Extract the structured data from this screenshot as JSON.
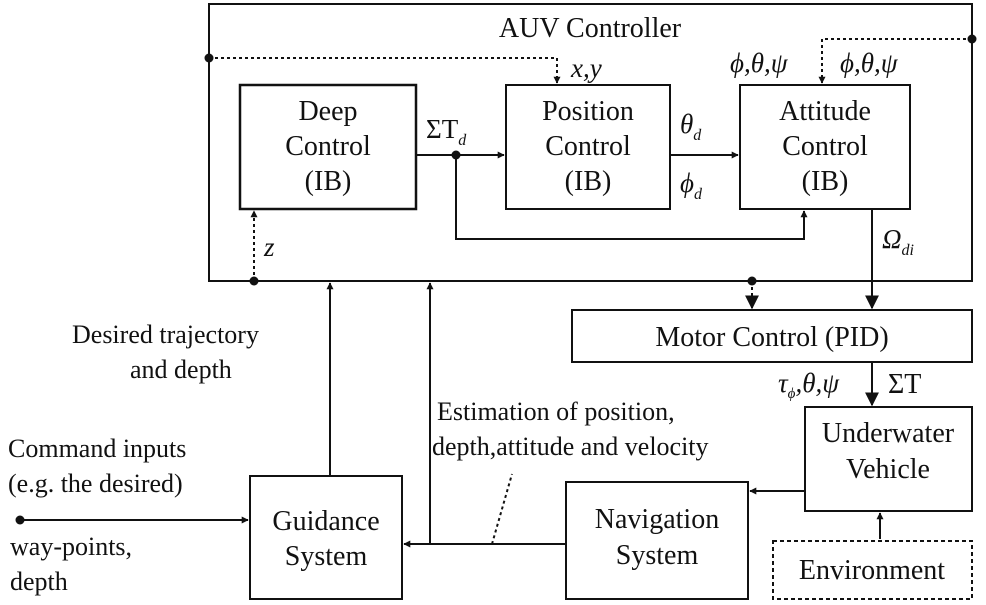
{
  "controller_title": "AUV Controller",
  "blocks": {
    "deep_control": [
      "Deep",
      "Control",
      "(IB)"
    ],
    "position_control": [
      "Position",
      "Control",
      "(IB)"
    ],
    "attitude_control": [
      "Attitude",
      "Control",
      "(IB)"
    ],
    "motor_control": "Motor Control (PID)",
    "underwater_vehicle": [
      "Underwater",
      "Vehicle"
    ],
    "guidance_system": [
      "Guidance",
      "System"
    ],
    "navigation_system": [
      "Navigation",
      "System"
    ],
    "environment": "Environment"
  },
  "signals": {
    "sum_td": "ΣT",
    "sum_td_sub": "d",
    "xy": "x,y",
    "theta_d": "θ",
    "theta_d_sub": "d",
    "phi_d": "ϕ",
    "phi_d_sub": "d",
    "angles_left": "ϕ,θ,ψ",
    "angles_right": "ϕ,θ,ψ",
    "omega_di": "Ω",
    "omega_di_sub": "di",
    "z": "z",
    "tau": "τ",
    "tau_sub": "ϕ",
    "tau_rest": ",θ,ψ",
    "sum_t": "ΣT"
  },
  "annotations": {
    "desired_trajectory": [
      "Desired trajectory",
      "and depth"
    ],
    "estimation": [
      "Estimation of position,",
      "depth,attitude and velocity"
    ],
    "command_inputs": [
      "Command inputs",
      "(e.g. the desired)"
    ],
    "waypoints": [
      "way-points,",
      "depth"
    ]
  }
}
